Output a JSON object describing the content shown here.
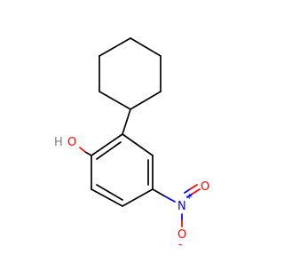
{
  "molecule": {
    "atoms": {
      "hydroxyl_h": "H",
      "hydroxyl_o": "O",
      "nitro_n": "N",
      "nitro_n_charge": "+",
      "nitro_o_top": "O",
      "nitro_o_bottom": "O",
      "nitro_o_charge": "-"
    }
  },
  "colors": {
    "bond": "#000000",
    "oxygen": "#ff0000",
    "nitrogen": "#0000ff",
    "hydrogen": "#808080",
    "background": "#ffffff"
  }
}
